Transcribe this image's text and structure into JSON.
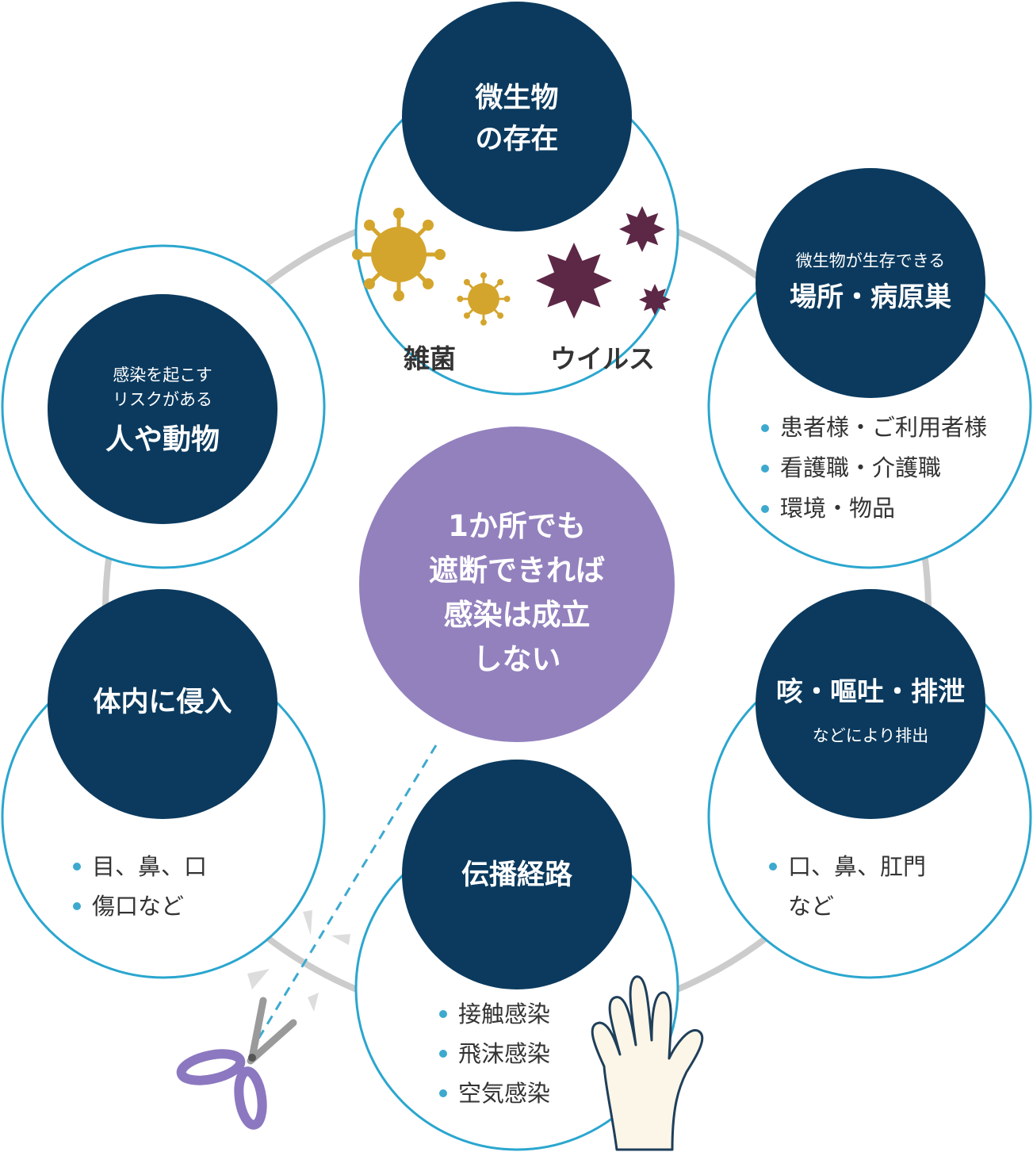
{
  "colors": {
    "navy": "#0b3a5e",
    "cyan_ring": "#2aa6cf",
    "gray_ring": "#cccccc",
    "center_purple": "#9381be",
    "bacteria_gold": "#d4a52d",
    "virus_purple": "#5d2746",
    "scissors_purple": "#8c78c0",
    "bullet_blue": "#3da9cf"
  },
  "center": {
    "line1": "1か所でも",
    "line2": "遮断できれば",
    "line3": "感染は成立",
    "line4": "しない"
  },
  "nodes": {
    "microbe": {
      "title_line1": "微生物",
      "title_line2": "の存在",
      "label_bacteria": "雑菌",
      "label_virus": "ウイルス",
      "icons": [
        "bacteria-icon",
        "virus-icon"
      ]
    },
    "reservoir": {
      "small": "微生物が生存できる",
      "title": "場所・病原巣",
      "items": [
        "患者様・ご利用者様",
        "看護職・介護職",
        "環境・物品"
      ]
    },
    "exit": {
      "title": "咳・嘔吐・排泄",
      "small": "などにより排出",
      "items": [
        "口、鼻、肛門",
        "など"
      ]
    },
    "route": {
      "title": "伝播経路",
      "items": [
        "接触感染",
        "飛沫感染",
        "空気感染"
      ],
      "icons": [
        "hand-icon"
      ]
    },
    "entry": {
      "title": "体内に侵入",
      "items": [
        "目、鼻、口",
        "傷口など"
      ]
    },
    "host": {
      "small_line1": "感染を起こす",
      "small_line2": "リスクがある",
      "title": "人や動物"
    }
  },
  "decorations": [
    "scissors-icon",
    "cut-line"
  ]
}
